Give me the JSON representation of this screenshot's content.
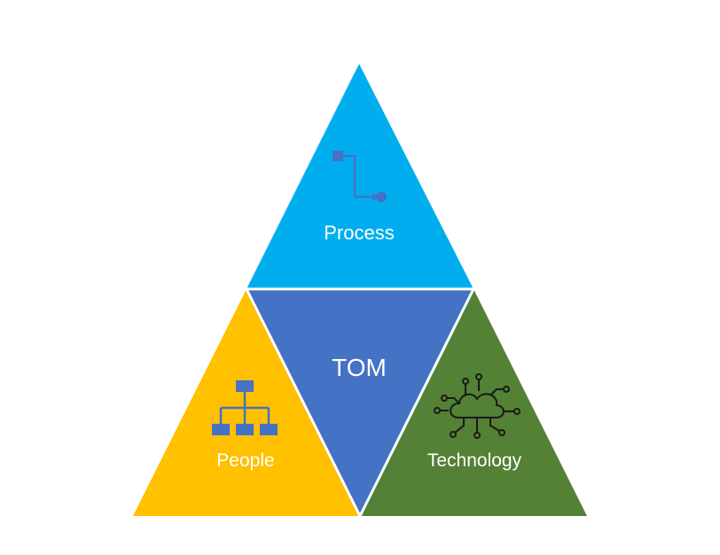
{
  "diagram": {
    "process": {
      "label": "Process",
      "icon": "process-flow-icon",
      "color": "#00AEEF"
    },
    "people": {
      "label": "People",
      "icon": "org-chart-icon",
      "color": "#FFC000"
    },
    "technology": {
      "label": "Technology",
      "icon": "cloud-network-icon",
      "color": "#538135"
    },
    "center": {
      "label": "TOM",
      "color": "#4472C4"
    }
  }
}
